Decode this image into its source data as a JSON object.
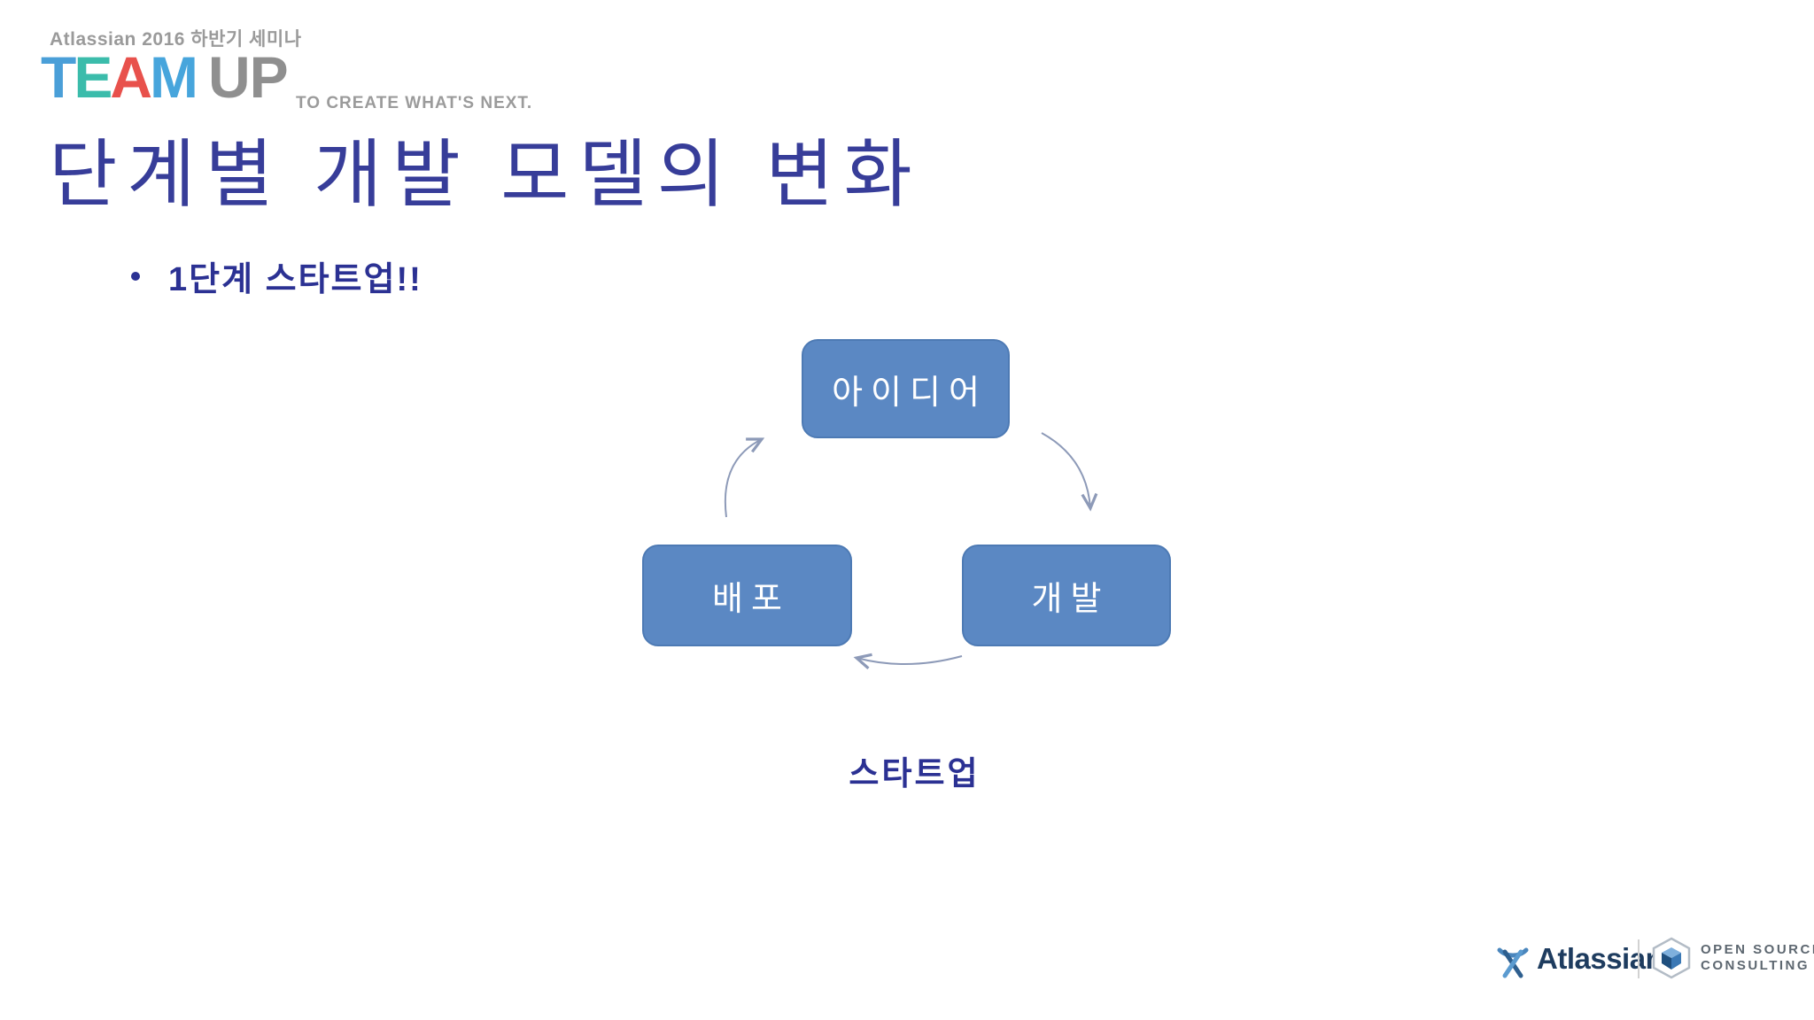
{
  "slide": {
    "seminar_label": "Atlassian 2016 하반기 세미나",
    "logo": {
      "t": "T",
      "e": "E",
      "a": "A",
      "m": "M",
      "up": "UP",
      "tagline": "TO CREATE WHAT'S NEXT.",
      "colors": {
        "t": "#4a9fd8",
        "e": "#3bbcab",
        "a": "#e8514c",
        "m": "#47a5dc",
        "up": "#8f8f8f"
      }
    },
    "title": "단계별 개발 모델의 변화",
    "title_color": "#373d99",
    "bullet": "1단계 스타트업!!",
    "bullet_color": "#2b3193",
    "diagram": {
      "type": "cycle",
      "nodes": [
        {
          "id": "idea",
          "label": "아이디어",
          "position": "top"
        },
        {
          "id": "deploy",
          "label": "배포",
          "position": "left"
        },
        {
          "id": "develop",
          "label": "개발",
          "position": "right"
        }
      ],
      "edges": [
        {
          "from": "idea",
          "to": "develop"
        },
        {
          "from": "develop",
          "to": "deploy"
        },
        {
          "from": "deploy",
          "to": "idea"
        }
      ],
      "caption": "스타트업",
      "node_fill": "#5b88c3",
      "node_border": "#4d7ab4",
      "node_text_color": "#ffffff",
      "arrow_color": "#8d9ab8"
    },
    "footer": {
      "atlassian_word": "Atlassian",
      "atlassian_color": "#1e3c5f",
      "osc_line1": "OPEN SOURCE",
      "osc_line2": "CONSULTING"
    }
  }
}
